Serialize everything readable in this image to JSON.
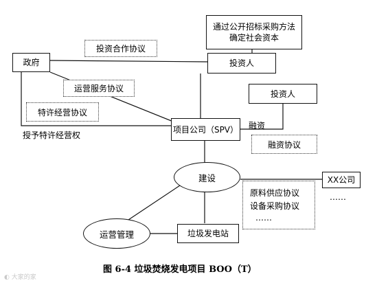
{
  "nodes": {
    "government": "政府",
    "investor_main": "投资人",
    "investor_right": "投资人",
    "spv": "项目公司（SPV）",
    "construction": "建设",
    "operation_mgmt": "运营管理",
    "plant": "垃圾发电站",
    "xx_company": "XX公司",
    "xx_ellipsis": "……",
    "procurement_line1": "通过公开招标采购方法",
    "procurement_line2": "确定社会资本"
  },
  "agreements": {
    "investment_coop": "投资合作协议",
    "operation_service": "运营服务协议",
    "franchise": "特许经营协议",
    "financing_agreement": "融资协议",
    "supply_line1": "原料供应协议",
    "supply_line2": "设备采购协议",
    "supply_ellipsis": "……"
  },
  "labels": {
    "grant_franchise": "授予特许经营权",
    "financing": "融资"
  },
  "caption": "图 6-4    垃圾焚烧发电项目 BOO（T）",
  "watermark": "大家的家"
}
